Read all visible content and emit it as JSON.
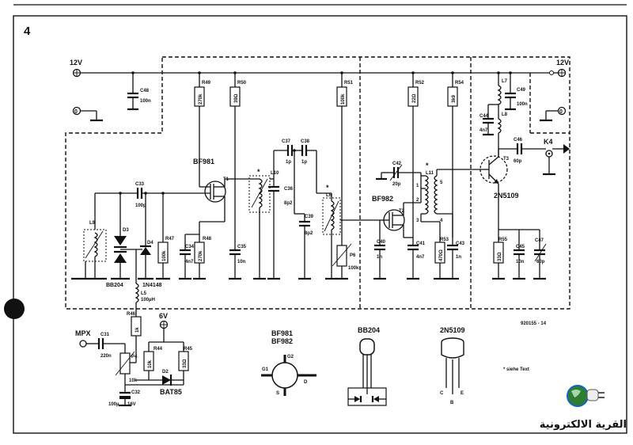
{
  "figure_number": "4",
  "document_code": "920155 - 14",
  "footnote": "* siehe Text",
  "watermark": "القرية الالكترونية",
  "supply": {
    "left_label": "12V",
    "right_label": "12V",
    "ground_left": "0",
    "ground_right": "0",
    "mpx_supply": "6V"
  },
  "connectors": {
    "input": "MPX",
    "output": "K4"
  },
  "transistors": {
    "t1": {
      "ref": "T1",
      "type": "BF981"
    },
    "t2": {
      "ref": "T2",
      "type": "BF982"
    },
    "t3": {
      "ref": "T3",
      "type": "2N5109"
    }
  },
  "resistors": {
    "r46": {
      "ref": "R46",
      "value": "1k"
    },
    "r47": {
      "ref": "R47",
      "value": "100k"
    },
    "r48": {
      "ref": "R48",
      "value": "270k"
    },
    "r49": {
      "ref": "R49",
      "value": "270k"
    },
    "r50": {
      "ref": "R50",
      "value": "39Ω"
    },
    "r51": {
      "ref": "R51",
      "value": "100k"
    },
    "r52": {
      "ref": "R52",
      "value": "22Ω"
    },
    "r53": {
      "ref": "R53",
      "value": "470Ω"
    },
    "r54": {
      "ref": "R54",
      "value": "3k9"
    },
    "r55": {
      "ref": "R55",
      "value": "33Ω"
    },
    "r44": {
      "ref": "R44",
      "value": "10k"
    },
    "r45": {
      "ref": "R45",
      "value": "33Ω"
    }
  },
  "pots": {
    "p4": {
      "ref": "P4",
      "value": "10k"
    },
    "p6": {
      "ref": "P6",
      "value": "100k"
    }
  },
  "capacitors": {
    "c31": {
      "ref": "C31",
      "value": "220n"
    },
    "c32": {
      "ref": "C32",
      "value": "100µ",
      "voltage": "16V"
    },
    "c33": {
      "ref": "C33",
      "value": "100p"
    },
    "c34": {
      "ref": "C34",
      "value": "4n7"
    },
    "c35": {
      "ref": "C35",
      "value": "10n"
    },
    "c36": {
      "ref": "C36",
      "value": "8p2"
    },
    "c37": {
      "ref": "C37",
      "value": "1p"
    },
    "c38": {
      "ref": "C38",
      "value": "1p"
    },
    "c39": {
      "ref": "C39",
      "value": "8p2"
    },
    "c40": {
      "ref": "C40",
      "value": "1n"
    },
    "c41": {
      "ref": "C41",
      "value": "4n7"
    },
    "c42": {
      "ref": "C42",
      "value": "20p"
    },
    "c43": {
      "ref": "C43",
      "value": "1n"
    },
    "c44": {
      "ref": "C44",
      "value": "4n7"
    },
    "c45": {
      "ref": "C45",
      "value": "10n"
    },
    "c46": {
      "ref": "C46",
      "value": "60p"
    },
    "c47": {
      "ref": "C47",
      "value": "60p"
    },
    "c48": {
      "ref": "C48",
      "value": "100n"
    },
    "c49": {
      "ref": "C49",
      "value": "100n"
    }
  },
  "inductors": {
    "l5": {
      "ref": "L5",
      "value": "100µH"
    },
    "l6": {
      "ref": "L6"
    },
    "l7": {
      "ref": "L7"
    },
    "l8": {
      "ref": "L8"
    },
    "l9": {
      "ref": "L9"
    },
    "l10": {
      "ref": "L10"
    },
    "l11": {
      "ref": "L11"
    }
  },
  "coil_taps": [
    "1",
    "2",
    "3",
    "4",
    "5"
  ],
  "diodes": {
    "d2": {
      "ref": "D2",
      "type": "BAT85"
    },
    "d3": {
      "ref": "D3",
      "type": "BB204"
    },
    "d4": {
      "ref": "D4",
      "type": "1N4148"
    }
  },
  "pinouts": {
    "fet": {
      "title_1": "BF981",
      "title_2": "BF982",
      "pins": [
        "G1",
        "G2",
        "S",
        "D"
      ]
    },
    "varicap": {
      "title": "BB204"
    },
    "bjt": {
      "title": "2N5109",
      "pins": [
        "C",
        "B",
        "E"
      ]
    }
  }
}
